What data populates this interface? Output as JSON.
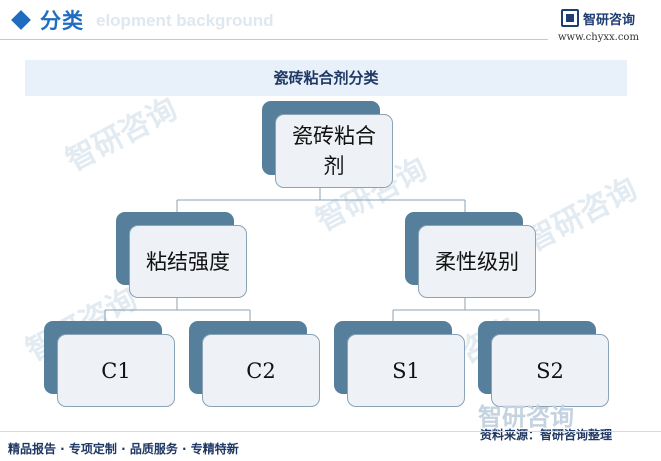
{
  "header": {
    "title": "分类",
    "background_text": "elopment background"
  },
  "logo": {
    "name": "智研咨询",
    "url": "www.chyxx.com"
  },
  "diagram_title": "瓷砖粘合剂分类",
  "tree": {
    "root": "瓷砖粘合剂",
    "branches": [
      {
        "label": "粘结强度",
        "children": [
          "C1",
          "C2"
        ]
      },
      {
        "label": "柔性级别",
        "children": [
          "S1",
          "S2"
        ]
      }
    ]
  },
  "watermark": "智研咨询",
  "footer": {
    "tagline": "精品报告 · 专项定制 · 品质服务 · 专精特新",
    "source": "资料来源：智研咨询整理",
    "source_logo": "智研咨询"
  },
  "colors": {
    "accent": "#1f6dc0",
    "node_back": "#557f9a",
    "node_front": "#eef2f6",
    "band": "#e8f0f9"
  }
}
